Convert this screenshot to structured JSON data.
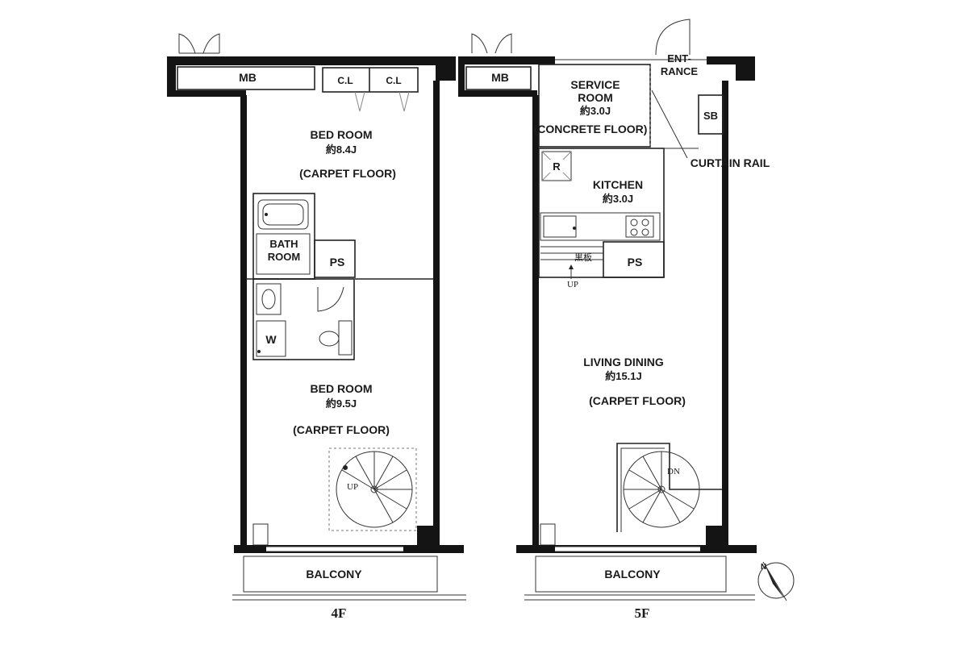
{
  "floors": {
    "f4": {
      "label": "4F",
      "mb": "MB",
      "closets": [
        "C.L",
        "C.L"
      ],
      "bedroom_a": {
        "name": "BED ROOM",
        "size": "約8.4J",
        "floor": "(CARPET FLOOR)"
      },
      "bathroom": {
        "line1": "BATH",
        "line2": "ROOM"
      },
      "ps": "PS",
      "washer": "W",
      "bedroom_b": {
        "name": "BED ROOM",
        "size": "約9.5J",
        "floor": "(CARPET FLOOR)"
      },
      "stair": "UP",
      "balcony": "BALCONY"
    },
    "f5": {
      "label": "5F",
      "mb": "MB",
      "entrance": {
        "line1": "ENT-",
        "line2": "RANCE"
      },
      "service_room": {
        "line1": "SERVICE",
        "line2": "ROOM",
        "size": "約3.0J",
        "floor": "(CONCRETE FLOOR)"
      },
      "sb": "SB",
      "curtain_rail": "CURTAIN RAIL",
      "fridge": "R",
      "kitchen": {
        "name": "KITCHEN",
        "size": "約3.0J"
      },
      "blackboard": "黒板",
      "up": "UP",
      "ps": "PS",
      "living": {
        "name": "LIVING DINING",
        "size": "約15.1J",
        "floor": "(CARPET FLOOR)"
      },
      "stair": "DN",
      "balcony": "BALCONY"
    }
  },
  "compass": {
    "letter": "N"
  }
}
